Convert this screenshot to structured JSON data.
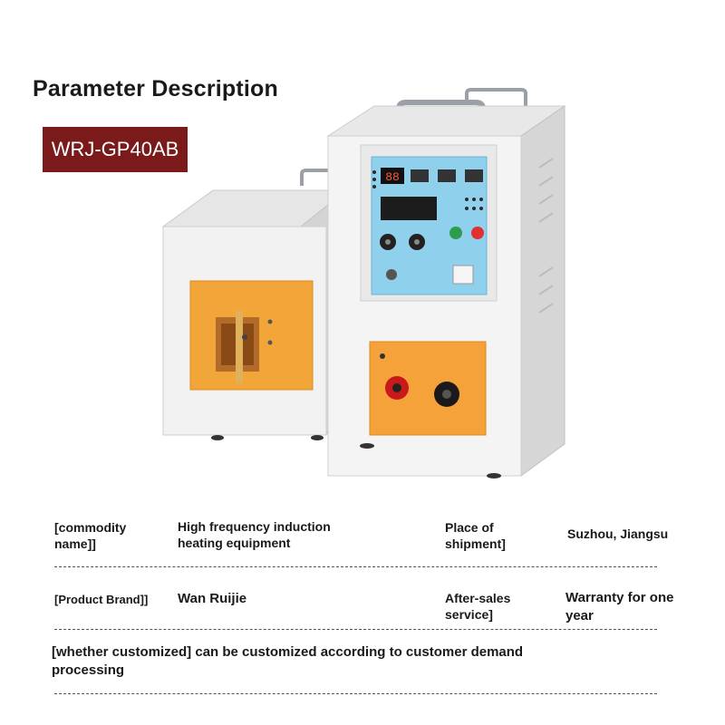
{
  "page": {
    "title": "Parameter Description",
    "model": "WRJ-GP40AB"
  },
  "specs": {
    "commodity_name_label": "[commodity name]]",
    "commodity_name_value": "High frequency induction heating equipment",
    "shipment_label": "Place of shipment]",
    "shipment_value": "Suzhou, Jiangsu",
    "brand_label": "[Product Brand]]",
    "brand_value": "Wan Ruijie",
    "after_sales_label": "After-sales service]",
    "after_sales_value": "Warranty for one year",
    "customized_text": "[whether customized] can be customized according to customer demand processing"
  },
  "device_panel": {
    "display_value": "88"
  }
}
